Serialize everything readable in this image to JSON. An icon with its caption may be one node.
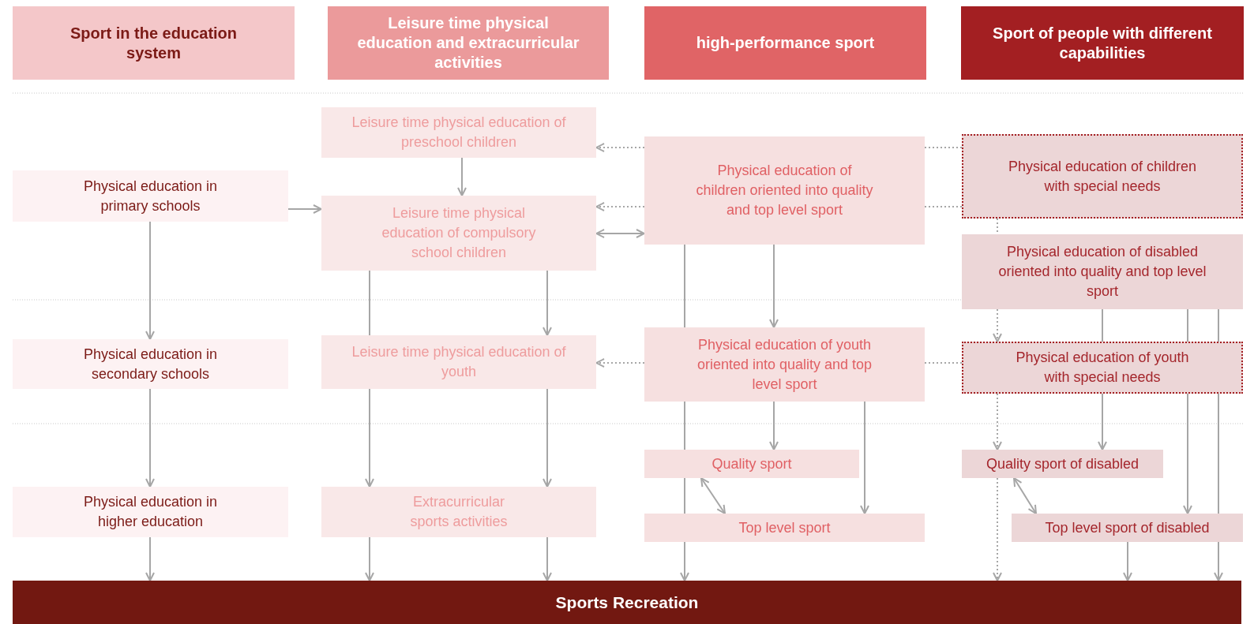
{
  "diagram": {
    "nodes": [
      {
        "text": [
          "Sport in the education system"
        ]
      },
      {
        "text": [
          "Leisure time physical education and extracurricular activities"
        ]
      },
      {
        "text": [
          "high-performance sport"
        ]
      },
      {
        "text": [
          "Sport of people with different capabilities"
        ]
      },
      {
        "text": [
          "Physical education in primary schools"
        ]
      },
      {
        "text": [
          "Leisure time physical education of preschool children"
        ]
      },
      {
        "text": [
          "Leisure time physical education of compulsory school children"
        ]
      },
      {
        "text": [
          "Physical education of children oriented into quality and top level sport"
        ]
      },
      {
        "text": [
          "Physical education of children with special needs"
        ]
      },
      {
        "text": [
          "Physical education of disabled oriented into quality and top level sport"
        ]
      },
      {
        "text": [
          "Physical education in secondary schools"
        ]
      },
      {
        "text": [
          "Leisure time physical education of youth"
        ]
      },
      {
        "text": [
          "Physical education of youth oriented into quality and top level sport"
        ]
      },
      {
        "text": [
          "Physical education of youth with special needs"
        ]
      },
      {
        "text": [
          "Quality sport"
        ]
      },
      {
        "text": [
          "Quality sport of disabled"
        ]
      },
      {
        "text": [
          "Physical education in higher education"
        ]
      },
      {
        "text": [
          "Extracurricular sports activities"
        ]
      },
      {
        "text": [
          "Top level sport"
        ]
      },
      {
        "text": [
          "Top level sport of disabled"
        ]
      },
      {
        "text": [
          "Sports Recreation"
        ]
      }
    ],
    "edges": [
      {
        "from": 4,
        "to": 6,
        "arrow": "to"
      },
      {
        "from": 5,
        "to": 6,
        "arrow": "to"
      },
      {
        "from": 8,
        "to": 7,
        "arrow": "none",
        "style": "dashed"
      },
      {
        "from": 7,
        "to": 5,
        "arrow": "to",
        "style": "dashed"
      },
      {
        "from": 8,
        "to": 7,
        "arrow": "none",
        "style": "dashed"
      },
      {
        "from": 7,
        "to": 6,
        "arrow": "to",
        "style": "dashed"
      },
      {
        "from": 7,
        "to": 6,
        "arrow": "both"
      },
      {
        "from": 4,
        "to": 10,
        "arrow": "to"
      },
      {
        "from": 6,
        "to": 11,
        "arrow": "none"
      },
      {
        "from": 6,
        "to": 11,
        "arrow": "to"
      },
      {
        "from": 7,
        "to": 12,
        "arrow": "none"
      },
      {
        "from": 7,
        "to": 12,
        "arrow": "to"
      },
      {
        "from": 8,
        "to": 9,
        "arrow": "none",
        "style": "dashed"
      },
      {
        "from": 9,
        "to": 13,
        "arrow": "to",
        "style": "dashed"
      },
      {
        "from": 9,
        "to": 13,
        "arrow": "none"
      },
      {
        "from": 9,
        "to": 13,
        "arrow": "none"
      },
      {
        "from": 9,
        "to": 13,
        "arrow": "none"
      },
      {
        "from": 13,
        "to": 12,
        "arrow": "none",
        "style": "dashed"
      },
      {
        "from": 12,
        "to": 11,
        "arrow": "to",
        "style": "dashed"
      },
      {
        "from": 10,
        "to": 16,
        "arrow": "to"
      },
      {
        "from": 11,
        "to": 17,
        "arrow": "to"
      },
      {
        "from": 11,
        "to": 17,
        "arrow": "to"
      },
      {
        "from": 12,
        "to": 14,
        "arrow": "none"
      },
      {
        "from": 12,
        "to": 14,
        "arrow": "to"
      },
      {
        "from": 12,
        "to": 18,
        "arrow": "to"
      },
      {
        "from": 13,
        "to": 15,
        "arrow": "to",
        "style": "dashed"
      },
      {
        "from": 13,
        "to": 15,
        "arrow": "to"
      },
      {
        "from": 13,
        "to": 19,
        "arrow": "to"
      },
      {
        "from": 13,
        "to": 19,
        "arrow": "none"
      },
      {
        "from": 14,
        "to": 18,
        "arrow": "none"
      },
      {
        "from": 14,
        "to": 18,
        "arrow": "both"
      },
      {
        "from": 15,
        "to": 19,
        "arrow": "both"
      },
      {
        "from": 16,
        "to": 20,
        "arrow": "to"
      },
      {
        "from": 17,
        "to": 20,
        "arrow": "to"
      },
      {
        "from": 17,
        "to": 20,
        "arrow": "to"
      },
      {
        "from": 18,
        "to": 20,
        "arrow": "to"
      },
      {
        "from": 15,
        "to": 20,
        "arrow": "to",
        "style": "dashed"
      },
      {
        "from": 19,
        "to": 20,
        "arrow": "to"
      },
      {
        "from": 19,
        "to": 20,
        "arrow": "to"
      }
    ]
  }
}
